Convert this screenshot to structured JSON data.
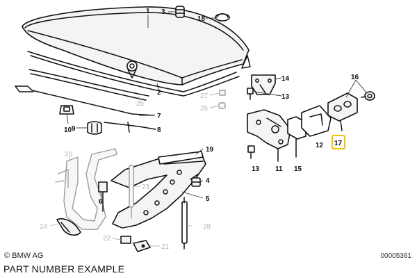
{
  "labels": {
    "p1": "1",
    "p2": "2",
    "p3": "3",
    "p4": "4",
    "p5": "5",
    "p6": "6",
    "p7": "7",
    "p8": "8",
    "p9": "9",
    "p10": "10",
    "p11": "11",
    "p12": "12",
    "p13a": "13",
    "p13b": "13",
    "p14": "14",
    "p15": "15",
    "p16": "16",
    "p17": "17",
    "p18": "18",
    "p19": "19",
    "p20": "20",
    "p21": "21",
    "p22": "22",
    "p23": "23",
    "p24": "24",
    "p25": "25",
    "p26": "26",
    "p27": "27",
    "p28": "28"
  },
  "footer": {
    "copyright": "© BMW AG",
    "caption": "PART NUMBER EXAMPLE",
    "diagram_number": "00005361"
  },
  "highlighted_part": "17",
  "colors": {
    "highlight": "#f2c400",
    "ink": "#111111",
    "ghost": "#b5b5b5"
  }
}
